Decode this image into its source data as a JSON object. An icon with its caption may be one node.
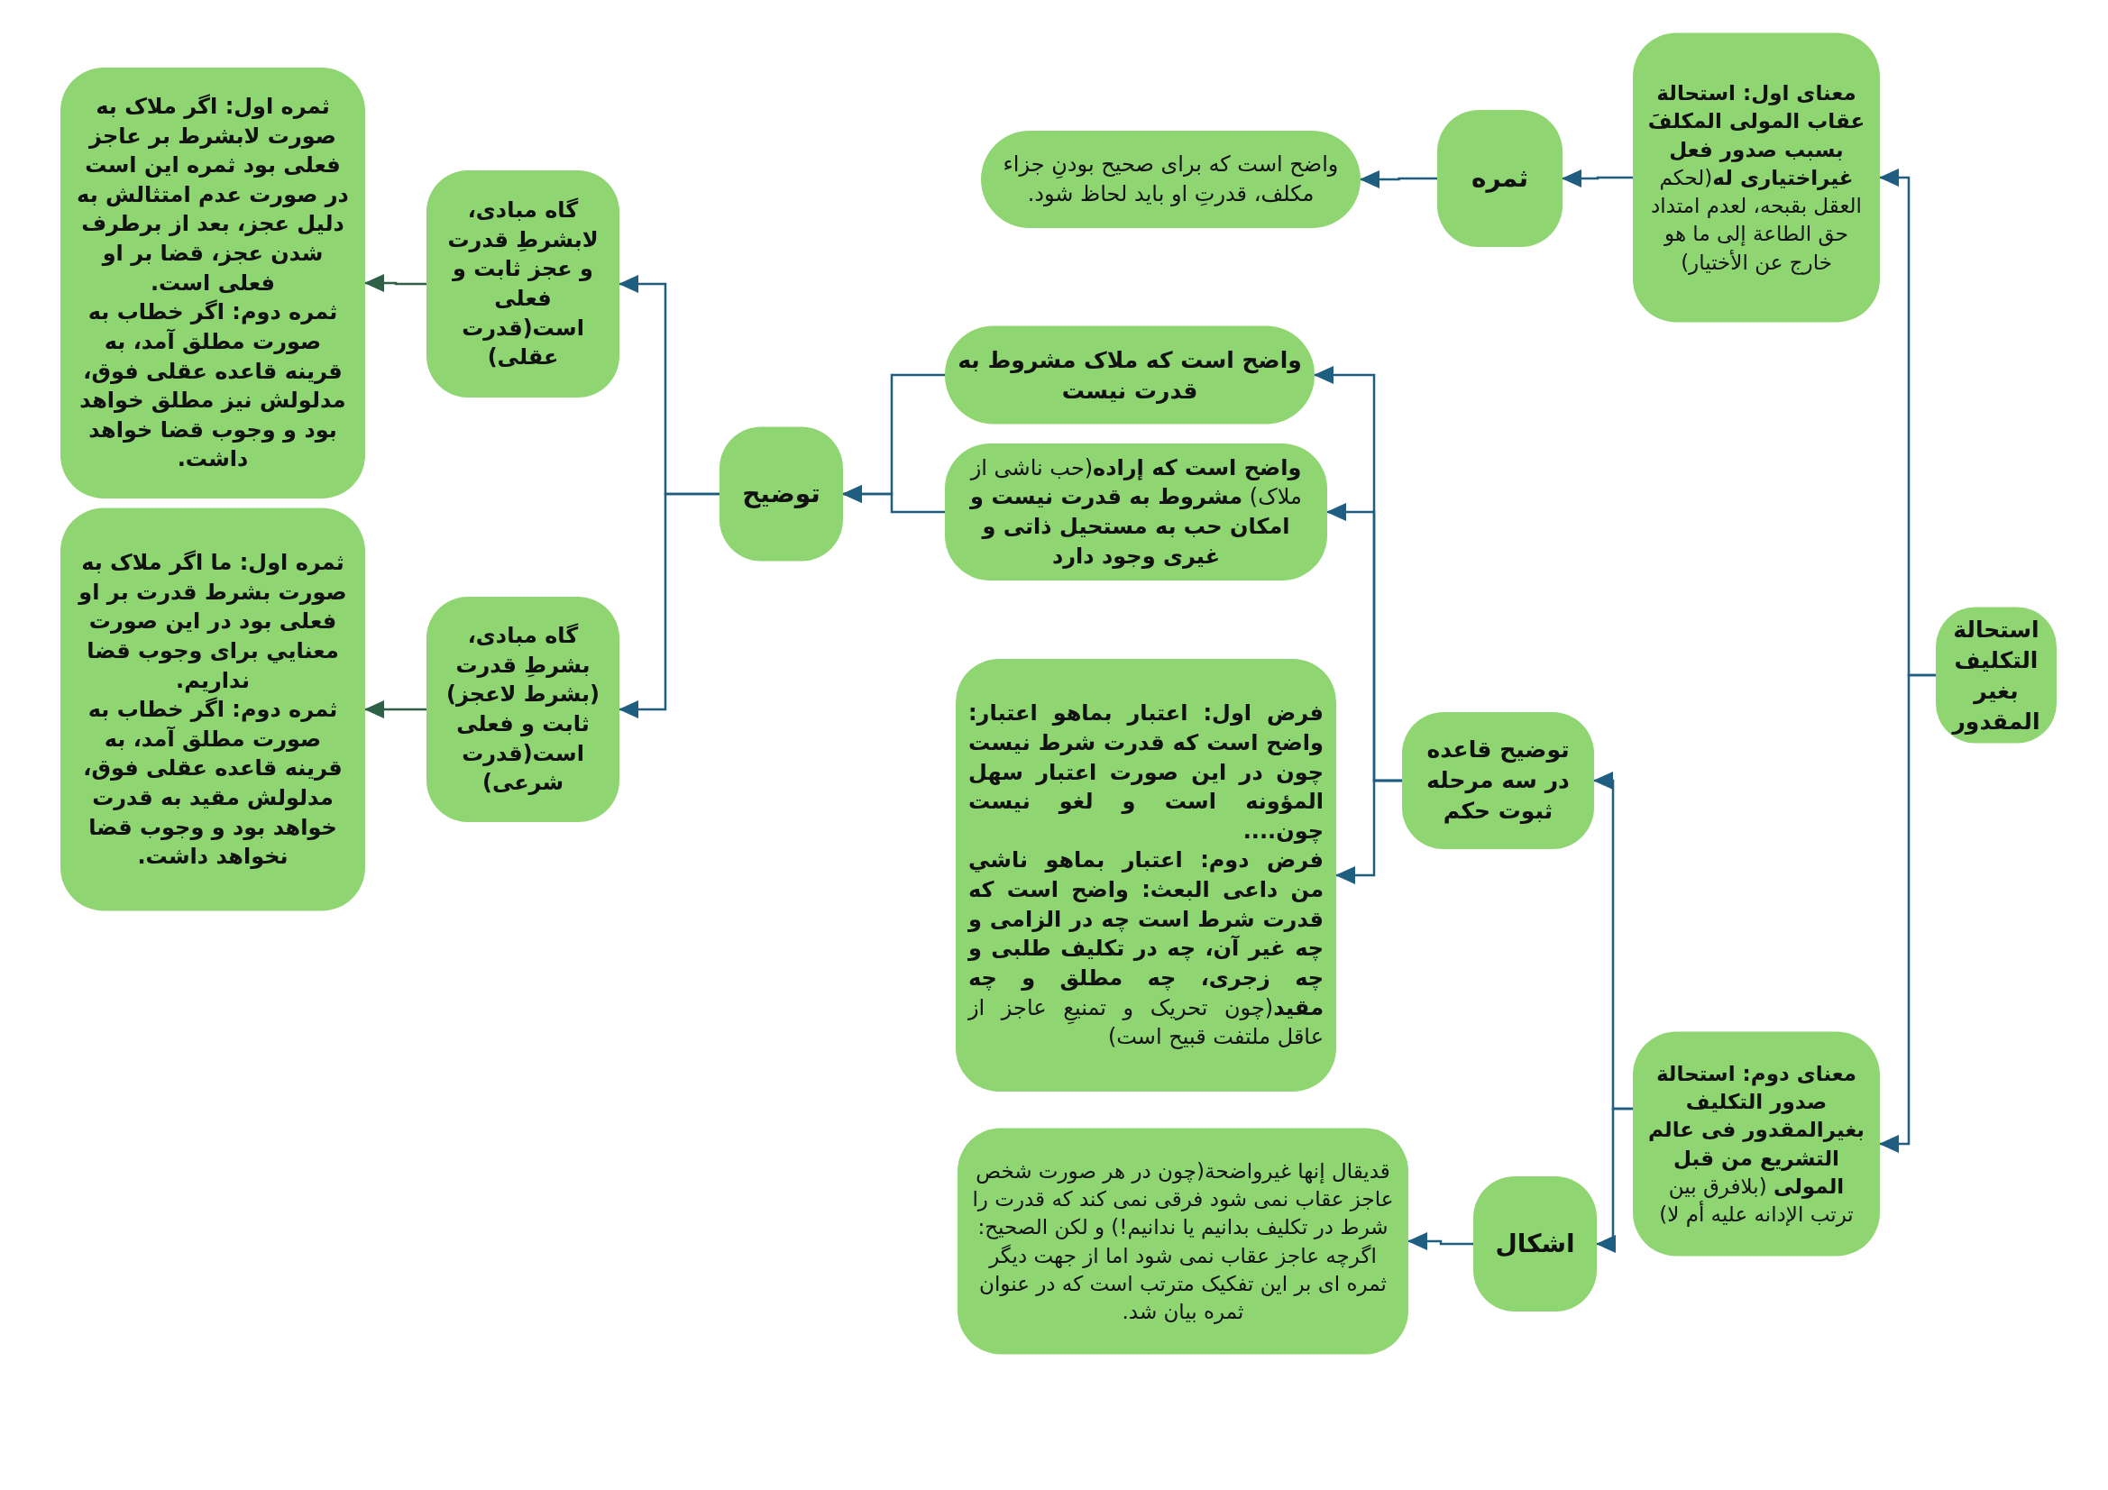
{
  "diagram": {
    "nodes": [
      {
        "text": [
          "استحالة التکلیف بغیر المقدور"
        ]
      },
      {
        "text": [
          "**معنای اول: استحالة عقاب المولی المکلفَ بسبب صدور فعل غیراختیاری له**(لحکم العقل بقبحه، لعدم امتداد حق الطاعة إلی ما هو خارج عن الأختیار)"
        ]
      },
      {
        "text": [
          "ثمره"
        ]
      },
      {
        "text": [
          "واضح است که برای صحیح بودنِ جزاء مکلف، قدرتِ او باید لحاظ شود."
        ]
      },
      {
        "text": [
          "**معنای دوم: استحالة صدور التکلیف بغیرالمقدور فی عالم التشریع من قبل المولی** (بلافرق بین ترتب الإدانه علیه أم لا)"
        ]
      },
      {
        "text": [
          "توضیح قاعده در سه مرحله ثبوت حکم"
        ]
      },
      {
        "text": [
          "واضح است که ملاک مشروط به قدرت نیست"
        ]
      },
      {
        "text": [
          "**واضح است که إراده**(حب ناشی از ملاک) **مشروط به قدرت نیست و امکان حب به مستحیل ذاتی و غیری وجود دارد**"
        ]
      },
      {
        "text": [
          "فرض اول: اعتبار بماهو اعتبار: واضح است که قدرت شرط نیست چون در این صورت اعتبار سهل المؤونه است و لغو نیست چون....",
          "**فرض دوم: اعتبار بماهو ناشي من داعی البعث: واضح است که قدرت شرط است چه در الزامی و چه غیر آن، چه در تکلیف طلبی و چه زجری، چه مطلق و چه مقید**(چون تحریک و تمنیعِ عاجز از عاقل ملتفت قبیح است)"
        ]
      },
      {
        "text": [
          "توضیح"
        ]
      },
      {
        "text": [
          "گاه مبادی، لابشرطِ قدرت و عجز ثابت و فعلی است(قدرت عقلی)"
        ]
      },
      {
        "text": [
          "ثمره اول: اگر ملاک به صورت لابشرط بر عاجز فعلی بود ثمره این است در صورت عدم امتثالش به دلیل عجز، بعد از برطرف شدن عجز، قضا بر او فعلی است.",
          "ثمره دوم: اگر خطاب به صورت مطلق آمد، به قرینه قاعده عقلی فوق، مدلولش نیز مطلق خواهد بود و وجوب قضا خواهد داشت."
        ]
      },
      {
        "text": [
          "گاه مبادی، بشرطِ قدرت (بشرط لاعجز) ثابت و فعلی است(قدرت شرعی)"
        ]
      },
      {
        "text": [
          "ثمره اول: ما اگر ملاک به صورت بشرط قدرت بر او فعلی بود در این صورت معنایي برای وجوب قضا نداریم.",
          "ثمره دوم: اگر خطاب به صورت مطلق آمد، به قرینه قاعده عقلی فوق، مدلولش مقید به قدرت خواهد بود و وجوب قضا نخواهد داشت."
        ]
      },
      {
        "text": [
          "اشکال"
        ]
      },
      {
        "text": [
          "قدیقال إنها غیرواضحة(چون در هر صورت شخص عاجز عقاب نمی شود فرقی نمی کند که قدرت را شرط در تکلیف بدانیم یا ندانیم!) و لکن الصحیح: اگرچه عاجز عقاب نمی شود اما از جهت دیگر ثمره ای بر این تفکیک مترتب است که در عنوان ثمره بیان شد."
        ]
      }
    ],
    "edges": [
      {
        "from": 0,
        "to": 1,
        "arrow": "to"
      },
      {
        "from": 0,
        "to": 4,
        "arrow": "to"
      },
      {
        "from": 1,
        "to": 2,
        "arrow": "to"
      },
      {
        "from": 2,
        "to": 3,
        "arrow": "to"
      },
      {
        "from": 4,
        "to": 5,
        "arrow": "to"
      },
      {
        "from": 4,
        "to": 14,
        "arrow": "to"
      },
      {
        "from": 5,
        "to": 6,
        "arrow": "to"
      },
      {
        "from": 5,
        "to": 7,
        "arrow": "to"
      },
      {
        "from": 5,
        "to": 8,
        "arrow": "to"
      },
      {
        "from": 6,
        "to": 9,
        "arrow": "to"
      },
      {
        "from": 7,
        "to": 9,
        "arrow": "to"
      },
      {
        "from": 9,
        "to": 10,
        "arrow": "to"
      },
      {
        "from": 9,
        "to": 12,
        "arrow": "to"
      },
      {
        "from": 10,
        "to": 11,
        "arrow": "to",
        "color": "#2e6048"
      },
      {
        "from": 12,
        "to": 13,
        "arrow": "to",
        "color": "#2e6048"
      },
      {
        "from": 14,
        "to": 15,
        "arrow": "to"
      }
    ]
  }
}
